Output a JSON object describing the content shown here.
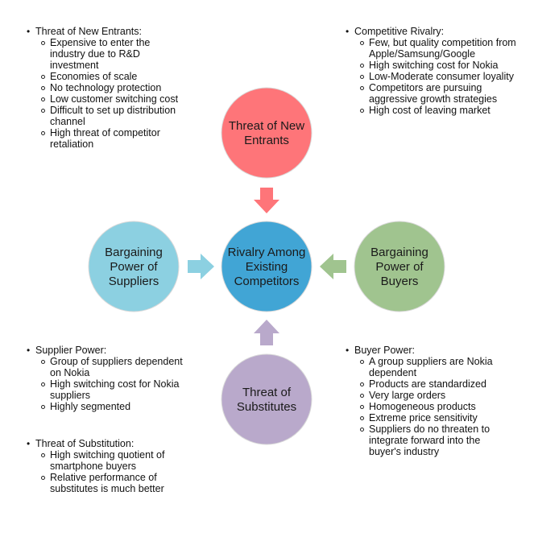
{
  "title": "Porter's Five Forces - Nokia",
  "colors": {
    "entrants": "#fe7579",
    "rivalry": "#41a5d5",
    "suppliers": "#8cd0e1",
    "buyers": "#a0c48f",
    "substitutes": "#b9a9cb"
  },
  "circles": {
    "entrants": [
      "Threat of New",
      "Entrants"
    ],
    "rivalry": [
      "Rivalry Among",
      "Existing",
      "Competitors"
    ],
    "suppliers": [
      "Bargaining",
      "Power of",
      "Suppliers"
    ],
    "buyers": [
      "Bargaining",
      "Power of",
      "Buyers"
    ],
    "substitutes": [
      "Threat of",
      "Substitutes"
    ]
  },
  "blocks": {
    "new_entrants": {
      "heading": "Threat of New Entrants:",
      "items": [
        "Expensive to enter the industry due to R&D investment",
        "Economies of scale",
        "No technology protection",
        "Low customer switching cost",
        "Difficult to set up distribution channel",
        "High threat of competitor retaliation"
      ]
    },
    "competitive_rivalry": {
      "heading": "Competitive Rivalry:",
      "items": [
        "Few, but quality competition from Apple/Samsung/Google",
        "High switching cost for Nokia",
        "Low-Moderate consumer loyality",
        "Competitors are pursuing aggressive growth strategies",
        "High cost of leaving market"
      ]
    },
    "supplier_power": {
      "heading": "Supplier Power:",
      "items": [
        "Group of suppliers dependent on Nokia",
        "High switching cost for Nokia suppliers",
        "Highly segmented"
      ]
    },
    "threat_substitution": {
      "heading": "Threat of Substitution:",
      "items": [
        "High switching quotient of smartphone buyers",
        "Relative performance of substitutes is much better"
      ]
    },
    "buyer_power": {
      "heading": "Buyer Power:",
      "items": [
        "A group suppliers are Nokia dependent",
        "Products are standardized",
        "Very large orders",
        "Homogeneous products",
        "Extreme price sensitivity",
        "Suppliers do no threaten to integrate forward into the buyer's industry"
      ]
    }
  }
}
